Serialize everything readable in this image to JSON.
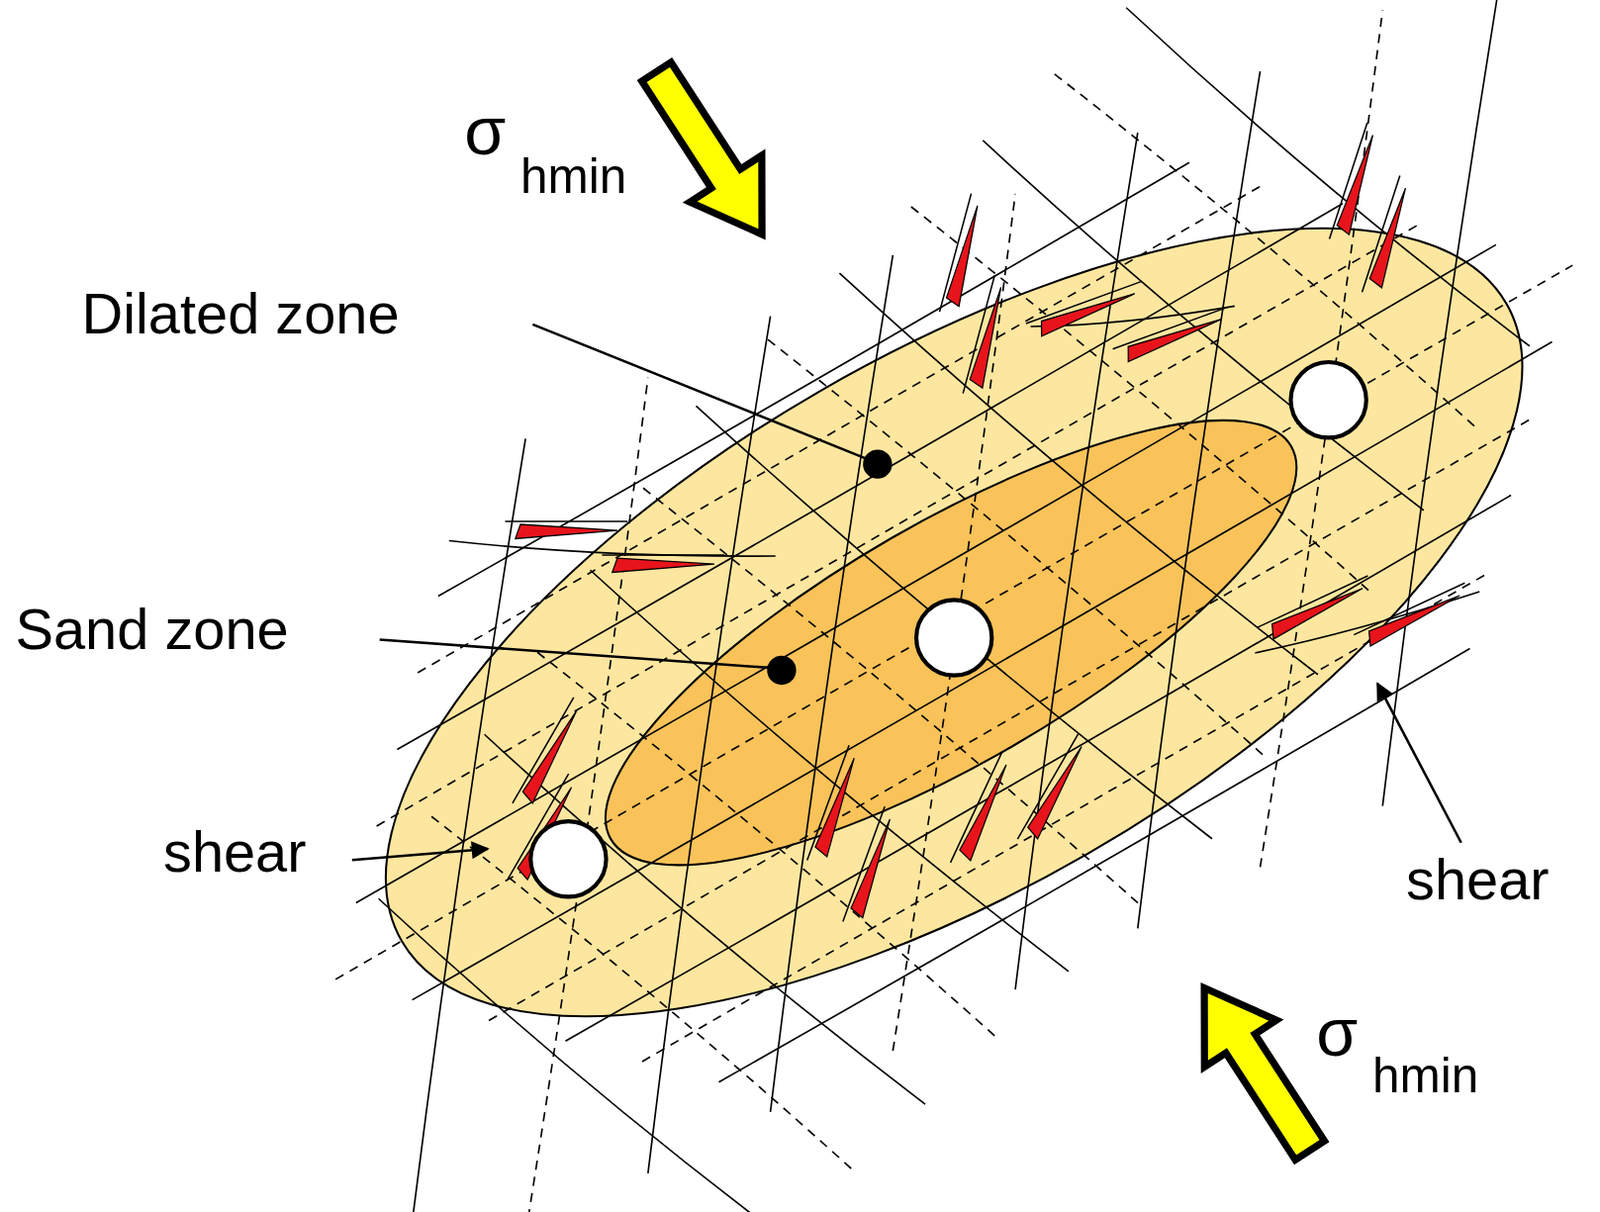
{
  "diagram": {
    "labels": [
      "σ",
      "hmin",
      "Dilated zone",
      "Sand zone",
      "shear",
      "shear",
      "σ",
      "hmin"
    ]
  }
}
